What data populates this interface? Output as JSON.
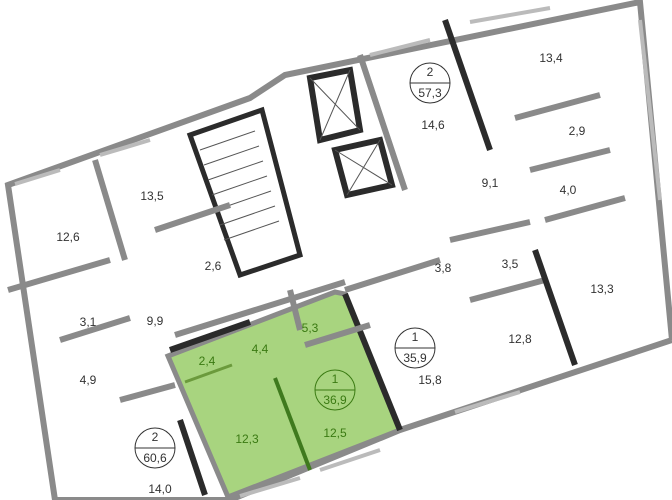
{
  "colors": {
    "selected_fill": "#a8d47f",
    "selected_text": "#3a7a12",
    "wall": "#8a8a8a",
    "dark_wall": "#2b2b2b"
  },
  "apartments": [
    {
      "rooms": "2",
      "area": "60,6"
    },
    {
      "rooms": "1",
      "area": "36,9"
    },
    {
      "rooms": "1",
      "area": "35,9"
    },
    {
      "rooms": "2",
      "area": "57,3"
    }
  ],
  "rooms": [
    "12,6",
    "13,5",
    "2,6",
    "3,1",
    "9,9",
    "4,9",
    "14,0",
    "2,4",
    "4,4",
    "5,3",
    "12,3",
    "12,5",
    "15,8",
    "3,8",
    "3,5",
    "12,8",
    "13,3",
    "9,1",
    "4,0",
    "2,9",
    "13,4",
    "14,6"
  ]
}
